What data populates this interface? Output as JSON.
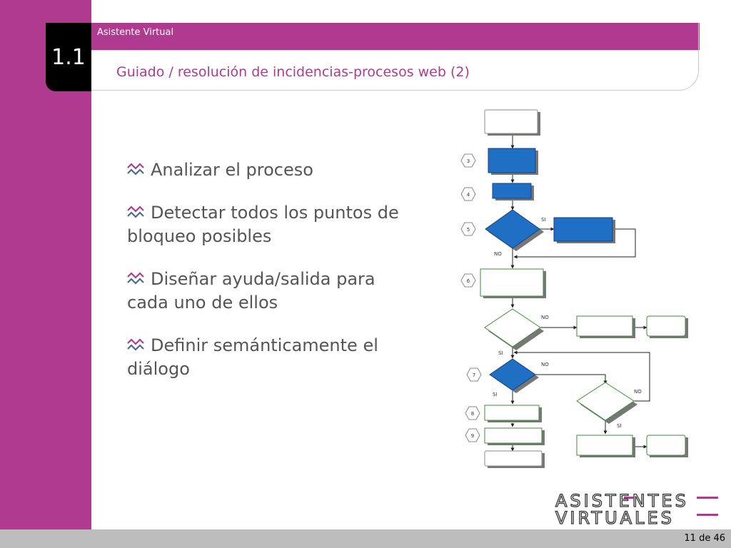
{
  "header": {
    "section_number": "1.1",
    "app_label": "Asistente Virtual",
    "title": "Guiado / resolución de incidencias-procesos web (2)"
  },
  "bullets": [
    {
      "text": "Analizar el proceso",
      "icon": "wave-bullet-icon"
    },
    {
      "text": "Detectar todos los puntos de bloqueo posibles",
      "icon": "wave-bullet-icon"
    },
    {
      "text": "Diseñar ayuda/salida para cada uno de ellos",
      "icon": "wave-bullet-icon"
    },
    {
      "text": "Definir semánticamente el diálogo",
      "icon": "wave-bullet-icon"
    }
  ],
  "flowchart": {
    "step_labels": [
      "3",
      "4",
      "5",
      "6",
      "7",
      "8",
      "9"
    ],
    "branch_labels": {
      "si": "SI",
      "no": "NO"
    }
  },
  "logo": {
    "line1": "ASISTENTES",
    "line2": "VIRTUALES"
  },
  "footer": {
    "page_count": "11 de 46"
  },
  "colors": {
    "accent": "#b03a8f",
    "flow_blue": "#1f6fc5",
    "flow_green": "#2e7d32"
  }
}
